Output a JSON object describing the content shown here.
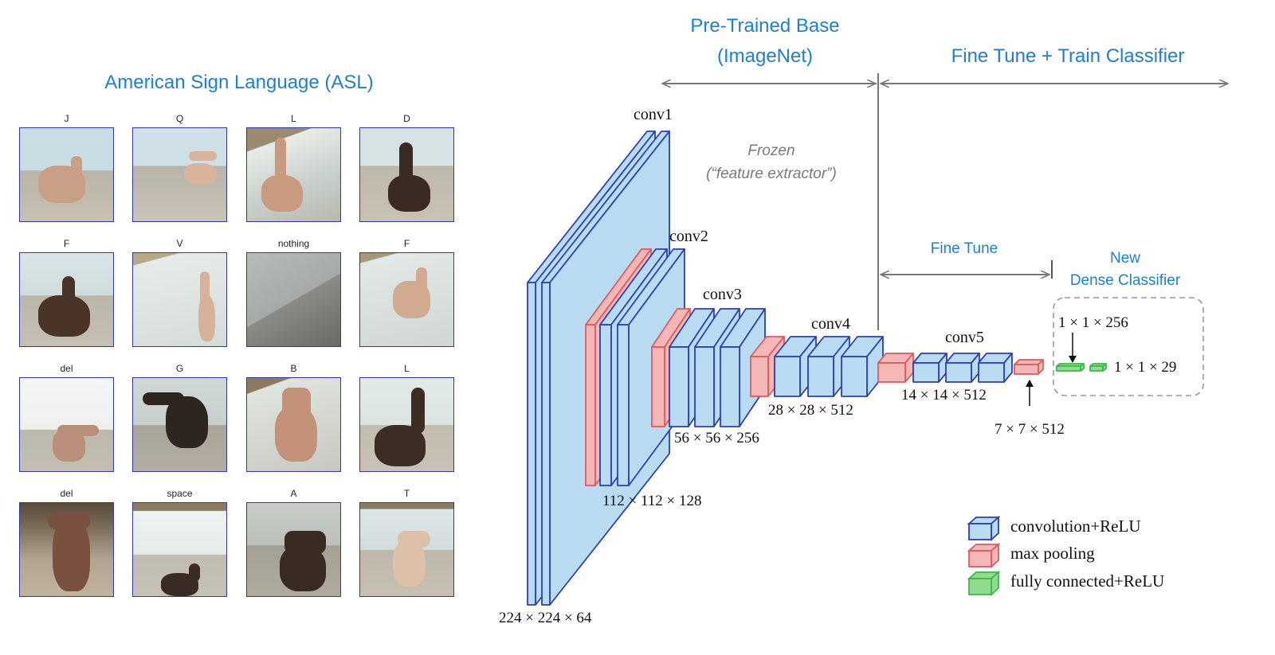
{
  "asl": {
    "title": "American Sign Language (ASL)",
    "tiles": [
      {
        "label": "J"
      },
      {
        "label": "Q"
      },
      {
        "label": "L"
      },
      {
        "label": "D"
      },
      {
        "label": "F"
      },
      {
        "label": "V"
      },
      {
        "label": "nothing"
      },
      {
        "label": "F"
      },
      {
        "label": "del"
      },
      {
        "label": "G"
      },
      {
        "label": "B"
      },
      {
        "label": "L"
      },
      {
        "label": "del"
      },
      {
        "label": "space"
      },
      {
        "label": "A"
      },
      {
        "label": "T"
      }
    ]
  },
  "headers": {
    "pretrained_line1": "Pre-Trained Base",
    "pretrained_line2": "(ImageNet)",
    "finetune_train": "Fine Tune + Train Classifier",
    "frozen_line1": "Frozen",
    "frozen_line2": "(“feature extractor”)",
    "fine_tune": "Fine Tune",
    "new_line1": "New",
    "new_line2": "Dense Classifier"
  },
  "layers": {
    "conv1": "conv1",
    "conv2": "conv2",
    "conv3": "conv3",
    "conv4": "conv4",
    "conv5": "conv5"
  },
  "dims": {
    "d224": "224 × 224 × 64",
    "d112": "112 × 112 × 128",
    "d56": "56 × 56 × 256",
    "d28": "28 × 28 × 512",
    "d14": "14 × 14 × 512",
    "d7": "7 × 7 × 512",
    "fc1": "1 × 1 × 256",
    "fc2": "1 × 1 × 29"
  },
  "legend": {
    "conv": "convolution+ReLU",
    "pool": "max pooling",
    "fc": "fully connected+ReLU"
  },
  "colors": {
    "conv_fill": "#b9dcf2",
    "conv_stroke": "#2b3fb8",
    "pool_fill": "#f3b7b7",
    "pool_stroke": "#e05a5a",
    "fc_fill": "#8fdc8f",
    "fc_stroke": "#3cb84a",
    "accent_text": "#1d7fd6"
  }
}
